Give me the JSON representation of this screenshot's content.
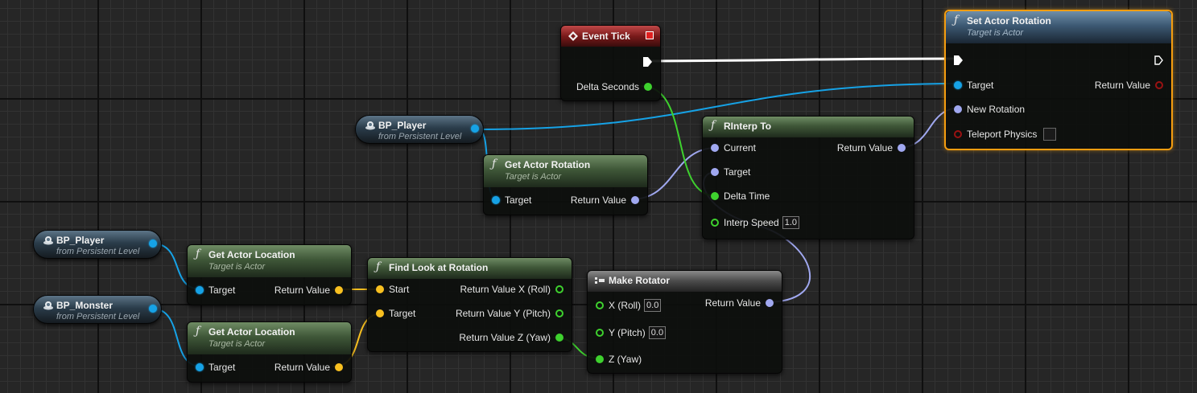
{
  "function_glyph": "ƒ",
  "nodes": {
    "event_tick": {
      "title": "Event Tick",
      "pins": {
        "delta_seconds": "Delta Seconds"
      }
    },
    "set_actor_rotation": {
      "title": "Set Actor Rotation",
      "subtitle": "Target is Actor",
      "pins": {
        "target": "Target",
        "new_rotation": "New Rotation",
        "teleport_physics": "Teleport Physics",
        "return_value": "Return Value"
      }
    },
    "bp_player_top": {
      "name": "BP_Player",
      "subtitle": "from Persistent Level"
    },
    "get_actor_rotation": {
      "title": "Get Actor Rotation",
      "subtitle": "Target is Actor",
      "pins": {
        "target": "Target",
        "return_value": "Return Value"
      }
    },
    "rinterp_to": {
      "title": "RInterp To",
      "pins": {
        "current": "Current",
        "target": "Target",
        "delta_time": "Delta Time",
        "interp_speed": "Interp Speed",
        "interp_speed_value": "1.0",
        "return_value": "Return Value"
      }
    },
    "bp_player_bottom": {
      "name": "BP_Player",
      "subtitle": "from Persistent Level"
    },
    "bp_monster": {
      "name": "BP_Monster",
      "subtitle": "from Persistent Level"
    },
    "get_actor_location_1": {
      "title": "Get Actor Location",
      "subtitle": "Target is Actor",
      "pins": {
        "target": "Target",
        "return_value": "Return Value"
      }
    },
    "get_actor_location_2": {
      "title": "Get Actor Location",
      "subtitle": "Target is Actor",
      "pins": {
        "target": "Target",
        "return_value": "Return Value"
      }
    },
    "find_look_at_rotation": {
      "title": "Find Look at Rotation",
      "pins": {
        "start": "Start",
        "target": "Target",
        "ret_x": "Return Value X (Roll)",
        "ret_y": "Return Value Y (Pitch)",
        "ret_z": "Return Value Z (Yaw)"
      }
    },
    "make_rotator": {
      "title": "Make Rotator",
      "pins": {
        "x": "X (Roll)",
        "x_value": "0.0",
        "y": "Y (Pitch)",
        "y_value": "0.0",
        "z": "Z (Yaw)",
        "return_value": "Return Value"
      }
    }
  },
  "colors": {
    "object_pin": "#16a2e6",
    "rotator_pin": "#a0a8f0",
    "vector_pin": "#f8c020",
    "float_pin": "#3ed12e",
    "exec_wire": "#ffffff",
    "selection": "#f59d10"
  },
  "icons": [
    "event-diamond-icon",
    "function-icon",
    "make-struct-icon",
    "level-actor-icon",
    "exec-pin-icon",
    "close-square-icon"
  ]
}
